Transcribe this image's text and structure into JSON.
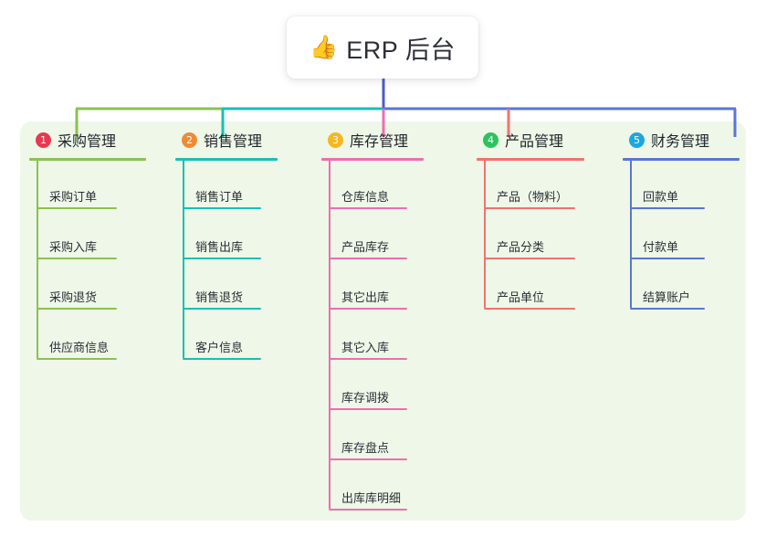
{
  "root": {
    "emoji": "👍",
    "emoji_name": "thumbs-up-icon",
    "title": "ERP 后台"
  },
  "palette": {
    "panel_background": "#eef7e8",
    "page_background": "#ffffff",
    "root_stem": "#4e5bc8",
    "text": "#2b2f36"
  },
  "columns": [
    {
      "index": "1",
      "badge_color": "#e8384f",
      "line_color": "#8cc152",
      "title": "采购管理",
      "items": [
        "采购订单",
        "采购入库",
        "采购退货",
        "供应商信息"
      ]
    },
    {
      "index": "2",
      "badge_color": "#f08a34",
      "line_color": "#19bfb3",
      "title": "销售管理",
      "items": [
        "销售订单",
        "销售出库",
        "销售退货",
        "客户信息"
      ]
    },
    {
      "index": "3",
      "badge_color": "#f5b820",
      "line_color": "#ee6eb0",
      "title": "库存管理",
      "items": [
        "仓库信息",
        "产品库存",
        "其它出库",
        "其它入库",
        "库存调拨",
        "库存盘点",
        "出库库明细"
      ]
    },
    {
      "index": "4",
      "badge_color": "#2ec25f",
      "line_color": "#f4716e",
      "title": "产品管理",
      "items": [
        "产品（物料）",
        "产品分类",
        "产品单位"
      ]
    },
    {
      "index": "5",
      "badge_color": "#1ba7e0",
      "line_color": "#5a75d6",
      "title": "财务管理",
      "items": [
        "回款单",
        "付款单",
        "结算账户"
      ]
    }
  ]
}
